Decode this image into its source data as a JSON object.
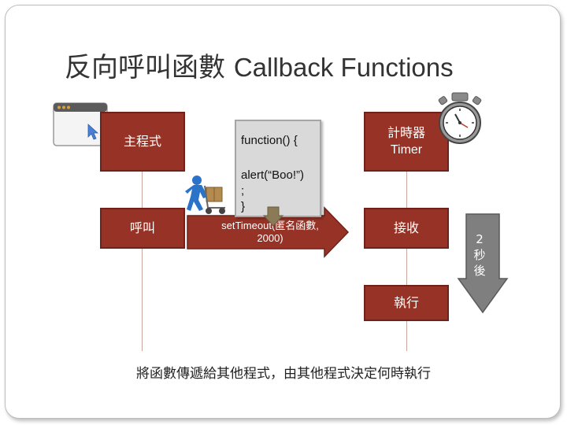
{
  "slide": {
    "title_zh": "反向呼叫函數 ",
    "title_en": "Callback Functions"
  },
  "main_program": {
    "box_label": "主程式",
    "call_label": "呼叫"
  },
  "code": {
    "line1": "function() {",
    "line2": "alert(“Boo!”)",
    "line3": ";",
    "line4": "}"
  },
  "settimeout": {
    "line1": "setTimeout(匿名函數,",
    "line2": "2000)"
  },
  "timer": {
    "box_label_zh": "計時器",
    "box_label_en": "Timer",
    "receive_label": "接收",
    "execute_label": "執行"
  },
  "delay": {
    "chars": [
      "2",
      "秒",
      "後"
    ]
  },
  "caption": "將函數傳遞給其他程式，由其他程式決定何時執行",
  "colors": {
    "box_fill": "#963326",
    "code_fill": "#d9d9d9",
    "delay_arrow": "#7f7f7f"
  }
}
